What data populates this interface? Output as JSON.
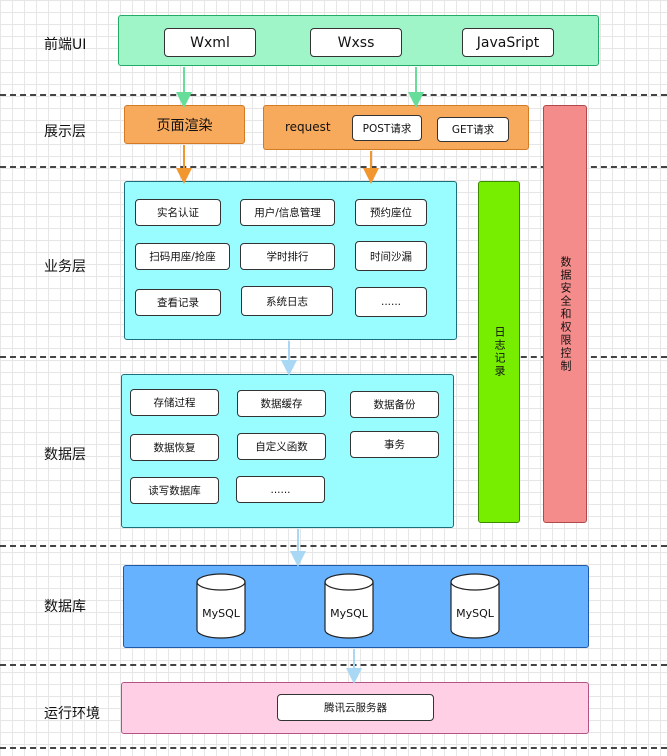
{
  "layers": {
    "frontend": "前端UI",
    "presentation": "展示层",
    "business": "业务层",
    "data": "数据层",
    "database": "数据库",
    "runtime": "运行环境"
  },
  "frontend": {
    "items": [
      "Wxml",
      "Wxss",
      "JavaSript"
    ]
  },
  "presentation": {
    "render": "页面渲染",
    "request": "request",
    "post": "POST请求",
    "get": "GET请求"
  },
  "business": {
    "items": [
      "实名认证",
      "用户/信息管理",
      "预约座位",
      "扫码用座/抢座",
      "学时排行",
      "时间沙漏",
      "查看记录",
      "系统日志",
      "......"
    ]
  },
  "data": {
    "items": [
      "存储过程",
      "数据缓存",
      "数据备份",
      "数据恢复",
      "自定义函数",
      "事务",
      "读写数据库",
      "......"
    ]
  },
  "database": {
    "items": [
      "MySQL",
      "MySQL",
      "MySQL"
    ]
  },
  "runtime": {
    "server": "腾讯云服务器"
  },
  "side": {
    "log": "日志记录",
    "security": "数据安全和权限控制"
  },
  "colors": {
    "frontend": "#9ff5c8",
    "frontend_border": "#22aa66",
    "presentation": "#f7a95c",
    "presentation_border": "#d27a24",
    "business": "#99fdff",
    "business_border": "#1a6f7a",
    "log": "#77ee00",
    "security": "#f58c8c",
    "database": "#66b2ff",
    "database_border": "#1f5aa8",
    "runtime": "#ffcfe6",
    "runtime_border": "#b05586",
    "arrow_green": "#66dd99",
    "arrow_orange": "#f2962f",
    "arrow_blue": "#a9d8f5"
  }
}
